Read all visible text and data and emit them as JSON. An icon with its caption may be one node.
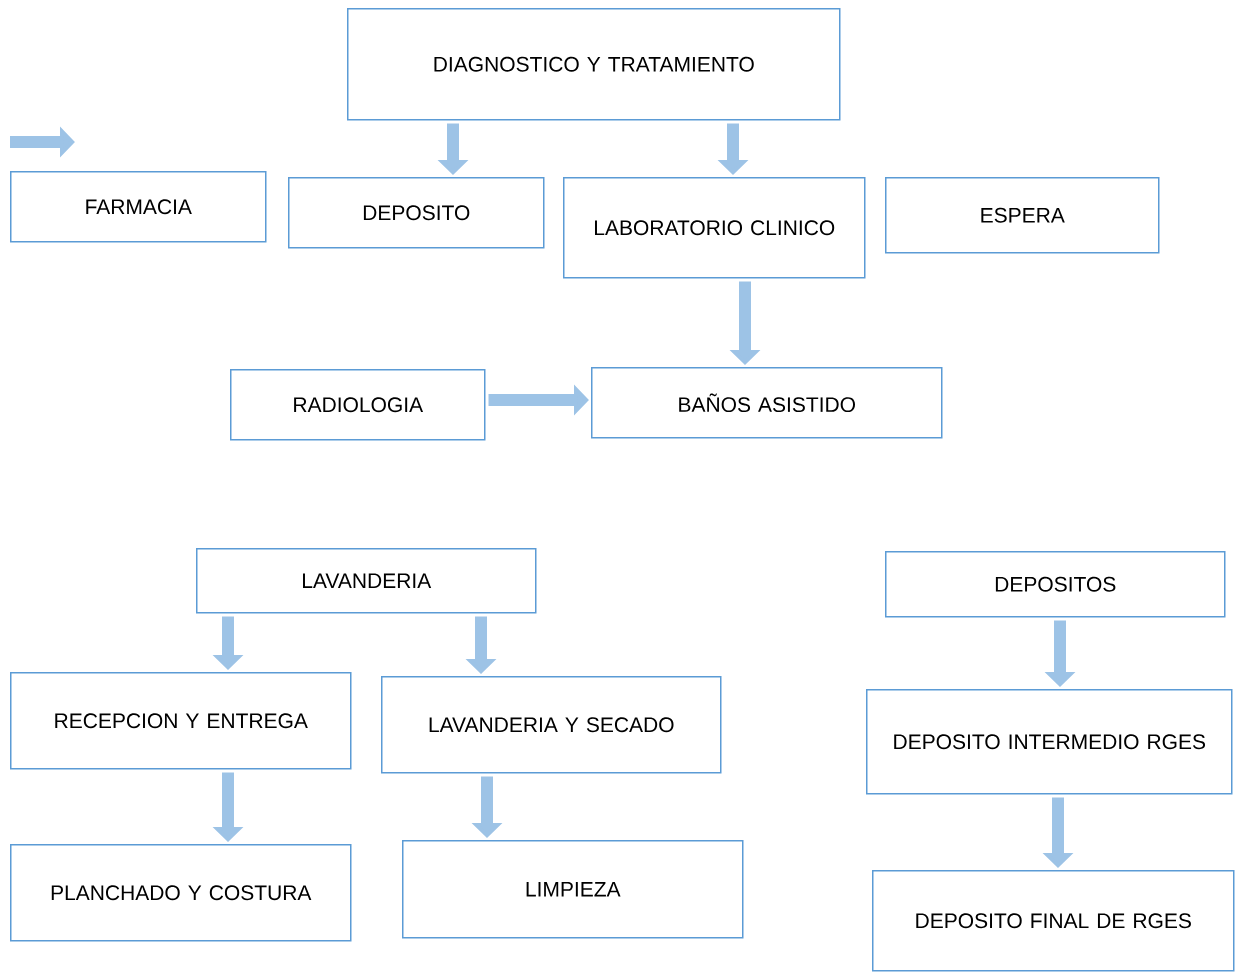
{
  "diagram": {
    "nodes": [
      {
        "text": [
          "DIAGNOSTICO Y TRATAMIENTO"
        ]
      },
      {
        "text": [
          "FARMACIA"
        ]
      },
      {
        "text": [
          "DEPOSITO"
        ]
      },
      {
        "text": [
          "LABORATORIO CLINICO"
        ]
      },
      {
        "text": [
          "ESPERA"
        ]
      },
      {
        "text": [
          "RADIOLOGIA"
        ]
      },
      {
        "text": [
          "BAÑOS ASISTIDO"
        ]
      },
      {
        "text": [
          "LAVANDERIA"
        ]
      },
      {
        "text": [
          "DEPOSITOS"
        ]
      },
      {
        "text": [
          "RECEPCION Y ENTREGA"
        ]
      },
      {
        "text": [
          "LAVANDERIA Y SECADO"
        ]
      },
      {
        "text": [
          "DEPOSITO INTERMEDIO RGES"
        ]
      },
      {
        "text": [
          "PLANCHADO Y COSTURA"
        ]
      },
      {
        "text": [
          "LIMPIEZA"
        ]
      },
      {
        "text": [
          "DEPOSITO FINAL DE RGES"
        ]
      }
    ],
    "edges": [
      {
        "from": 0,
        "to": 2,
        "arrow": "to"
      },
      {
        "from": 0,
        "to": 3,
        "arrow": "to"
      },
      {
        "from": 3,
        "to": 6,
        "arrow": "to"
      },
      {
        "from": 5,
        "to": 6,
        "arrow": "to"
      },
      {
        "from": 7,
        "to": 9,
        "arrow": "to"
      },
      {
        "from": 7,
        "to": 10,
        "arrow": "to"
      },
      {
        "from": 9,
        "to": 12,
        "arrow": "to"
      },
      {
        "from": 10,
        "to": 13,
        "arrow": "to"
      },
      {
        "from": 8,
        "to": 11,
        "arrow": "to"
      },
      {
        "from": 11,
        "to": 14,
        "arrow": "to"
      }
    ]
  }
}
